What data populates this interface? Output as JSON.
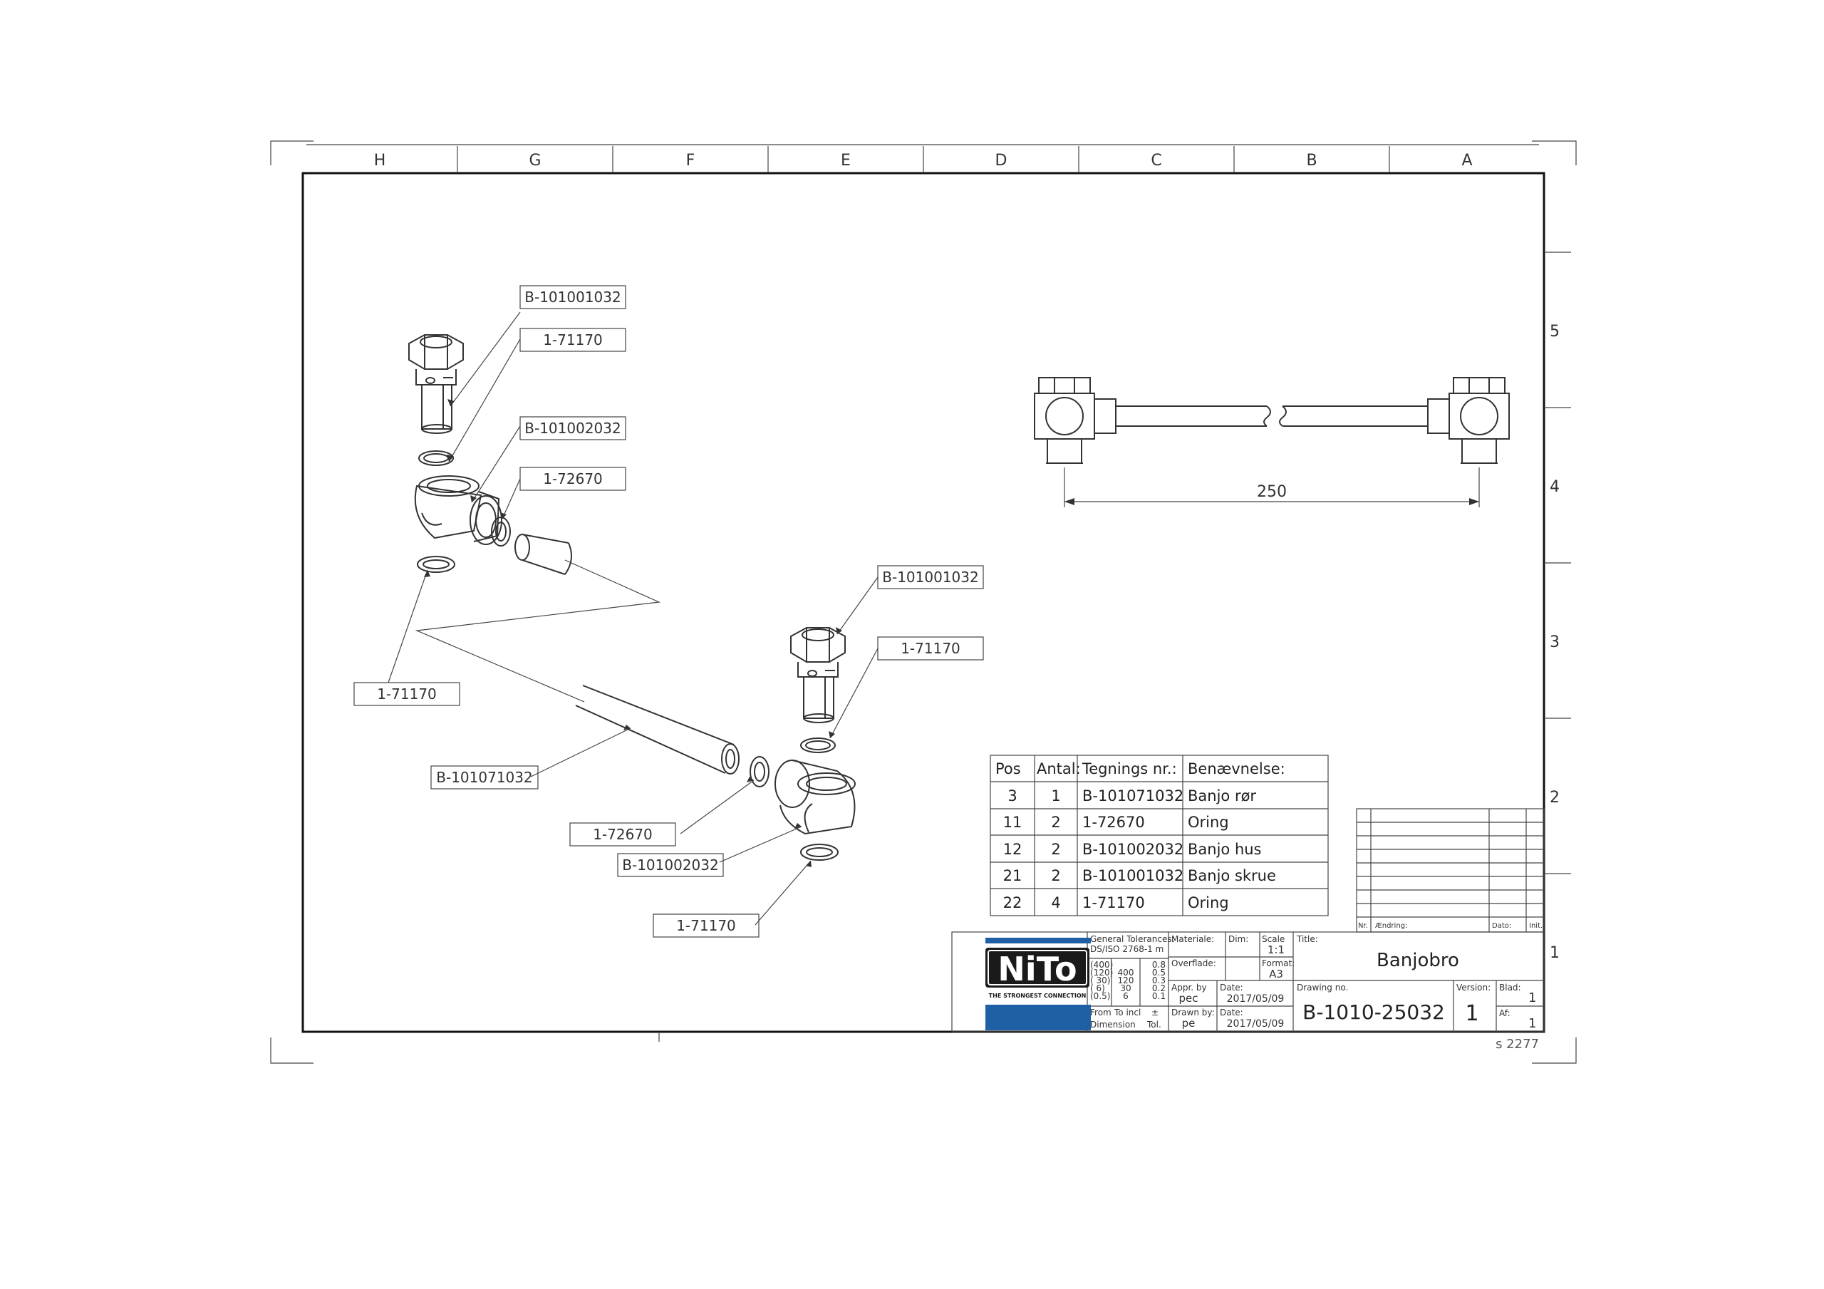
{
  "grid": {
    "columns": [
      "H",
      "G",
      "F",
      "E",
      "D",
      "C",
      "B",
      "A"
    ],
    "rows": [
      "5",
      "4",
      "3",
      "2",
      "1"
    ]
  },
  "callouts": {
    "top_screw": "B-101001032",
    "top_oring": "1-71170",
    "top_housing": "B-101002032",
    "top_oring_small": "1-72670",
    "left_oring": "1-71170",
    "tube": "B-101071032",
    "right_screw": "B-101001032",
    "right_oring": "1-71170",
    "bottom_oring_small": "1-72670",
    "bottom_housing": "B-101002032",
    "bottom_oring": "1-71170"
  },
  "dimension": "250",
  "parts_table": {
    "headers": [
      "Pos",
      "Antal:",
      "Tegnings nr.:",
      "Benævnelse:"
    ],
    "rows": [
      [
        "3",
        "1",
        "B-101071032",
        "Banjo rør"
      ],
      [
        "11",
        "2",
        "1-72670",
        "Oring"
      ],
      [
        "12",
        "2",
        "B-101002032",
        "Banjo hus"
      ],
      [
        "21",
        "2",
        "B-101001032",
        "Banjo skrue"
      ],
      [
        "22",
        "4",
        "1-71170",
        "Oring"
      ]
    ]
  },
  "revision_table": {
    "nr": "Nr.",
    "change": "Ændring:",
    "date": "Dato:",
    "init": "Init."
  },
  "title_block": {
    "logo_text": "NiTo",
    "logo_tagline": "THE STRONGEST CONNECTION",
    "general_tolerances": "General Tolerances:",
    "standard": "DS/ISO 2768-1 m",
    "tolerance_rows": [
      [
        "(400)",
        "",
        "0.8"
      ],
      [
        "(120)",
        "400",
        "0.5"
      ],
      [
        "( 30)",
        "120",
        "0.3"
      ],
      [
        "( 6)",
        "30",
        "0.2"
      ],
      [
        "(0.5)",
        "6",
        "0.1"
      ]
    ],
    "from_label": "From",
    "to_label": "To incl",
    "plusminus": "±",
    "dimension_label": "Dimension",
    "tol_label": "Tol.",
    "material_label": "Materiale:",
    "dim_label": "Dim:",
    "scale_label": "Scale",
    "scale_value": "1:1",
    "surface_label": "Overflade:",
    "format_label": "Format:",
    "format_value": "A3",
    "appr_label": "Appr. by",
    "appr_value": "pec",
    "appr_date_label": "Date:",
    "appr_date": "2017/05/09",
    "drawn_label": "Drawn by:",
    "drawn_value": "pe",
    "drawn_date_label": "Date:",
    "drawn_date": "2017/05/09",
    "title_label": "Title:",
    "title": "Banjobro",
    "drawing_no_label": "Drawing no.",
    "drawing_no": "B-1010-25032",
    "version_label": "Version:",
    "version": "1",
    "sheet_label": "Blad:",
    "sheet": "1",
    "of_label": "Af:",
    "of": "1"
  },
  "footer_code": "s 2277",
  "colors": {
    "logo_blue": "#1f5fa6",
    "logo_dark": "#1a1a1a",
    "line": "#333333"
  }
}
